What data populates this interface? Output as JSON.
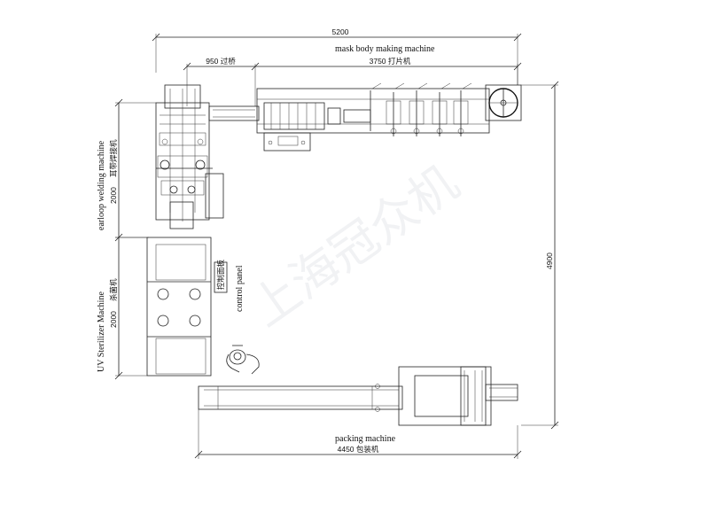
{
  "dimensions": {
    "overall_width": "5200",
    "bridge": "950 过桥",
    "mask_body_length": "3750 打片机",
    "earloop_height": "2000",
    "sterilizer_height": "2000",
    "total_height": "4900",
    "packing_length": "4450 包装机"
  },
  "labels": {
    "mask_body": "mask body making machine",
    "earloop": "earloop welding machine",
    "earloop_cn": "耳带焊接机",
    "uv": "UV Sterilizer Machine",
    "uv_cn": "杀菌机",
    "control_panel": "control panel",
    "control_box": "控制面板",
    "packing": "packing machine"
  },
  "watermark": "上海冠众机"
}
